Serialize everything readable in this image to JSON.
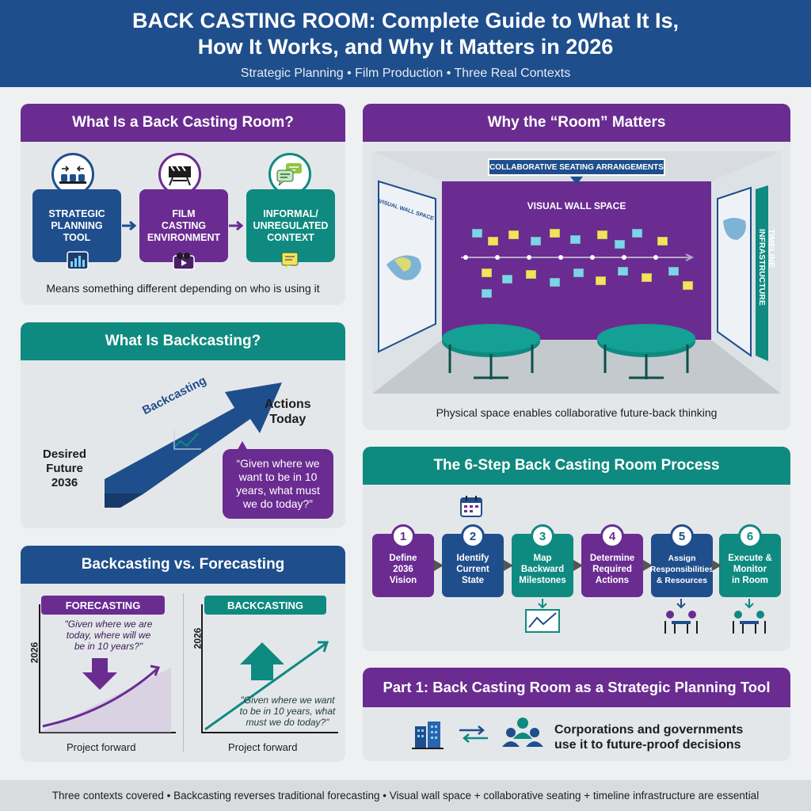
{
  "header": {
    "title_line1": "BACK CASTING ROOM: Complete Guide to What It Is,",
    "title_line2": "How It Works, and Why It Matters in 2026",
    "subtitle": "Strategic Planning • Film Production • Three Real Contexts"
  },
  "what_is_room": {
    "title": "What Is a Back Casting Room?",
    "items": [
      {
        "label_line1": "STRATEGIC",
        "label_line2": "PLANNING",
        "label_line3": "TOOL",
        "color": "#1f4e8c"
      },
      {
        "label_line1": "FILM",
        "label_line2": "CASTING",
        "label_line3": "ENVIRONMENT",
        "color": "#6a2c91"
      },
      {
        "label_line1": "INFORMAL/",
        "label_line2": "UNREGULATED",
        "label_line3": "CONTEXT",
        "color": "#0f8a80"
      }
    ],
    "caption": "Means something different depending on who is using it"
  },
  "what_is_backcasting": {
    "title": "What Is Backcasting?",
    "arrow_label": "Backcasting",
    "start_line1": "Desired",
    "start_line2": "Future",
    "start_line3": "2036",
    "end_line1": "Actions",
    "end_line2": "Today",
    "quote_line1": "“Given where we",
    "quote_line2": "want to be in 10",
    "quote_line3": "years, what must",
    "quote_line4": "we do today?”"
  },
  "vs": {
    "title": "Backcasting vs. Forecasting",
    "forecasting": {
      "label": "FORECASTING",
      "axis_year": "2026",
      "quote_line1": "\"Given where we are",
      "quote_line2": "today, where will we",
      "quote_line3": "be in 10 years?\"",
      "xlabel": "Project forward"
    },
    "backcasting": {
      "label": "BACKCASTING",
      "axis_year": "2026",
      "quote_line1": "\"Given where we want",
      "quote_line2": "to be in 10 years, what",
      "quote_line3": "must we do today?\"",
      "xlabel": "Project forward"
    }
  },
  "room": {
    "title": "Why the “Room” Matters",
    "seating_label": "COLLABORATIVE SEATING ARRANGEMENTS",
    "wall_label": "VISUAL WALL SPACE",
    "left_wall_label": "VISUAL WALL SPACE",
    "right_wall_label": "TIMELINE INFRASTRUCTURE",
    "caption": "Physical space enables collaborative future-back thinking"
  },
  "process": {
    "title": "The 6-Step Back Casting Room Process",
    "steps": [
      {
        "num": "1",
        "line1": "Define",
        "line2": "2036",
        "line3": "Vision",
        "color": "#6a2c91"
      },
      {
        "num": "2",
        "line1": "Identify",
        "line2": "Current",
        "line3": "State",
        "color": "#1f4e8c"
      },
      {
        "num": "3",
        "line1": "Map",
        "line2": "Backward",
        "line3": "Milestones",
        "color": "#0f8a80"
      },
      {
        "num": "4",
        "line1": "Determine",
        "line2": "Required",
        "line3": "Actions",
        "color": "#6a2c91"
      },
      {
        "num": "5",
        "line1": "Assign",
        "line2": "Responsibilities",
        "line3": "& Resources",
        "color": "#1f4e8c"
      },
      {
        "num": "6",
        "line1": "Execute &",
        "line2": "Monitor",
        "line3": "in Room",
        "color": "#0f8a80"
      }
    ]
  },
  "part1": {
    "title": "Part 1: Back Casting Room as a Strategic Planning Tool",
    "text_line1": "Corporations and governments",
    "text_line2": "use it to future-proof decisions"
  },
  "footer": {
    "text": "Three contexts covered • Backcasting reverses traditional forecasting • Visual wall space + collaborative seating + timeline infrastructure are essential"
  },
  "colors": {
    "navy": "#1f4e8c",
    "purple": "#6a2c91",
    "teal": "#0f8a80"
  }
}
